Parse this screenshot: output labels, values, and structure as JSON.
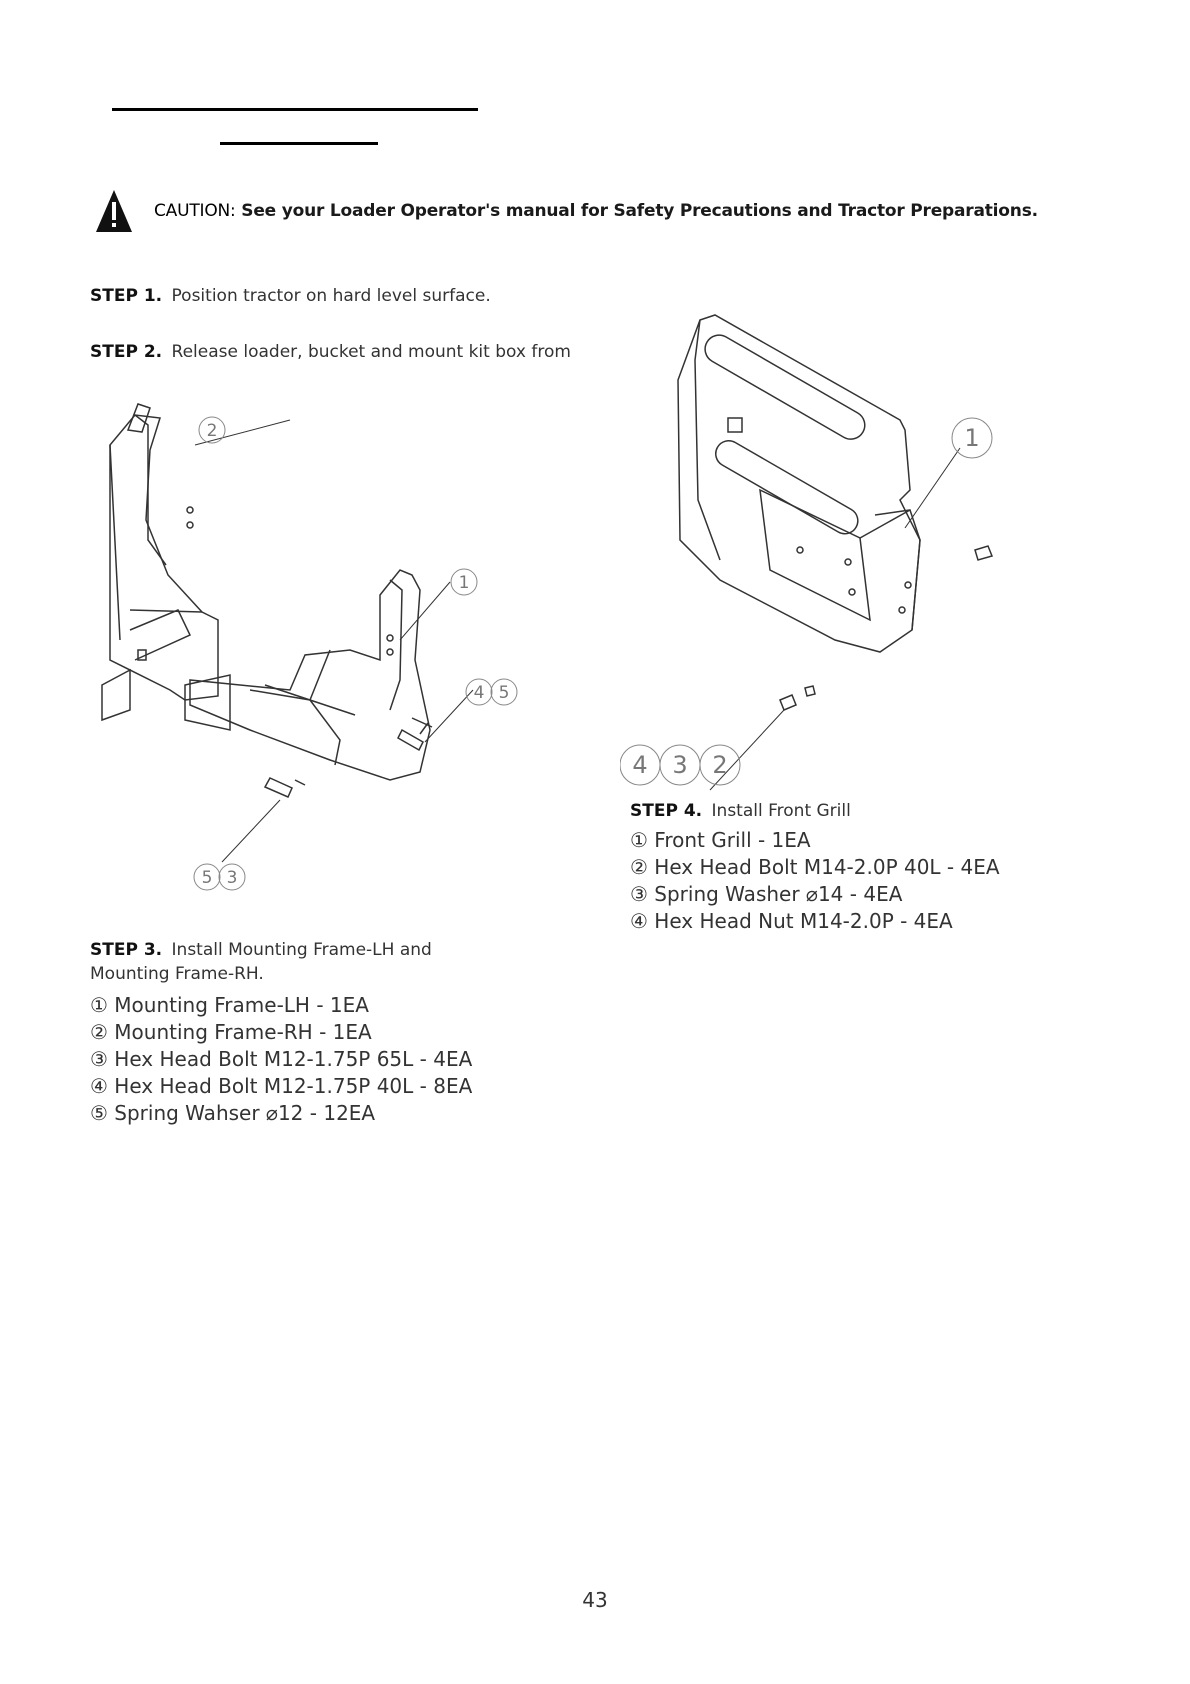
{
  "caution": {
    "prefix": "CAUTION:",
    "text": " See your Loader Operator's manual for Safety Precautions and Tractor Preparations."
  },
  "steps": [
    {
      "label": "STEP 1.",
      "text": "Position tractor on hard level surface."
    },
    {
      "label": "STEP 2.",
      "text": "Release loader, bucket and mount kit box from"
    }
  ],
  "step3": {
    "label": "STEP 3.",
    "text_line1": "Install Mounting Frame-LH and",
    "text_line2": "Mounting Frame-RH.",
    "parts": [
      "① Mounting Frame-LH - 1EA",
      "② Mounting Frame-RH - 1EA",
      "③ Hex Head Bolt M12-1.75P 65L - 4EA",
      "④ Hex Head Bolt M12-1.75P 40L - 8EA",
      "⑤ Spring Wahser ⌀12 - 12EA"
    ]
  },
  "step4": {
    "label": "STEP 4.",
    "text": "Install Front Grill",
    "parts": [
      "① Front Grill - 1EA",
      "② Hex Head Bolt M14-2.0P 40L - 4EA",
      "③ Spring Washer ⌀14 - 4EA",
      "④ Hex Head Nut M14-2.0P - 4EA"
    ]
  },
  "figure_left_callouts": [
    "2",
    "1",
    "4",
    "5",
    "5",
    "3"
  ],
  "figure_right_callouts": [
    "1",
    "4",
    "3",
    "2"
  ],
  "icons": {
    "warning": "warning-triangle-icon"
  },
  "page_number": "43"
}
